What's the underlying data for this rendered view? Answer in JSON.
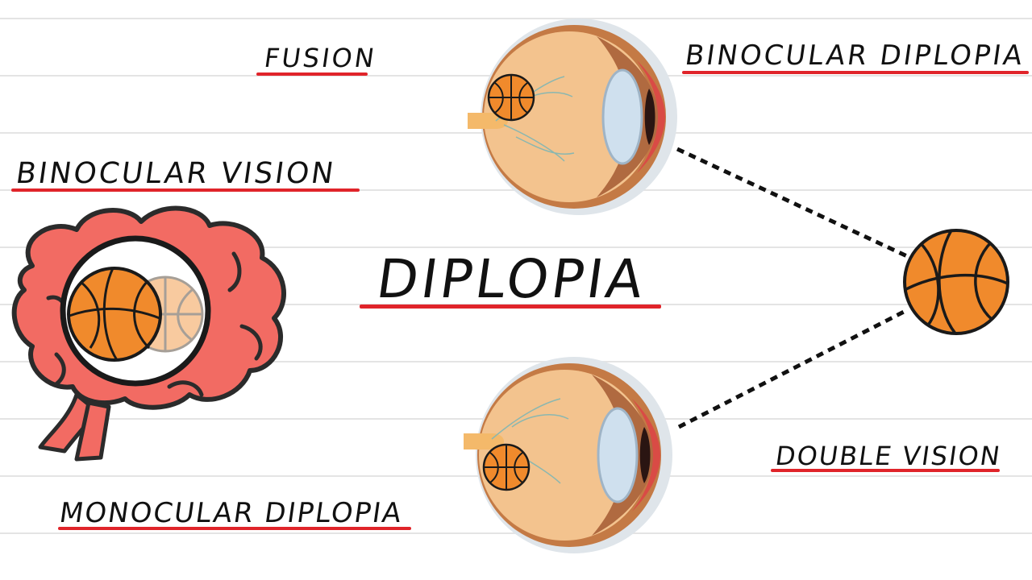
{
  "labels": {
    "fusion": "FUSION",
    "binocular_diplopia": "BINOCULAR DIPLOPIA",
    "binocular_vision": "BINOCULAR VISION",
    "title": "DIPLOPIA",
    "double_vision": "DOUBLE VISION",
    "monocular_diplopia": "MONOCULAR DIPLOPIA"
  },
  "colors": {
    "underline": "#e0242a",
    "brain": "#f26b63",
    "ball": "#f08a2c",
    "eye": "#f3c38e"
  }
}
